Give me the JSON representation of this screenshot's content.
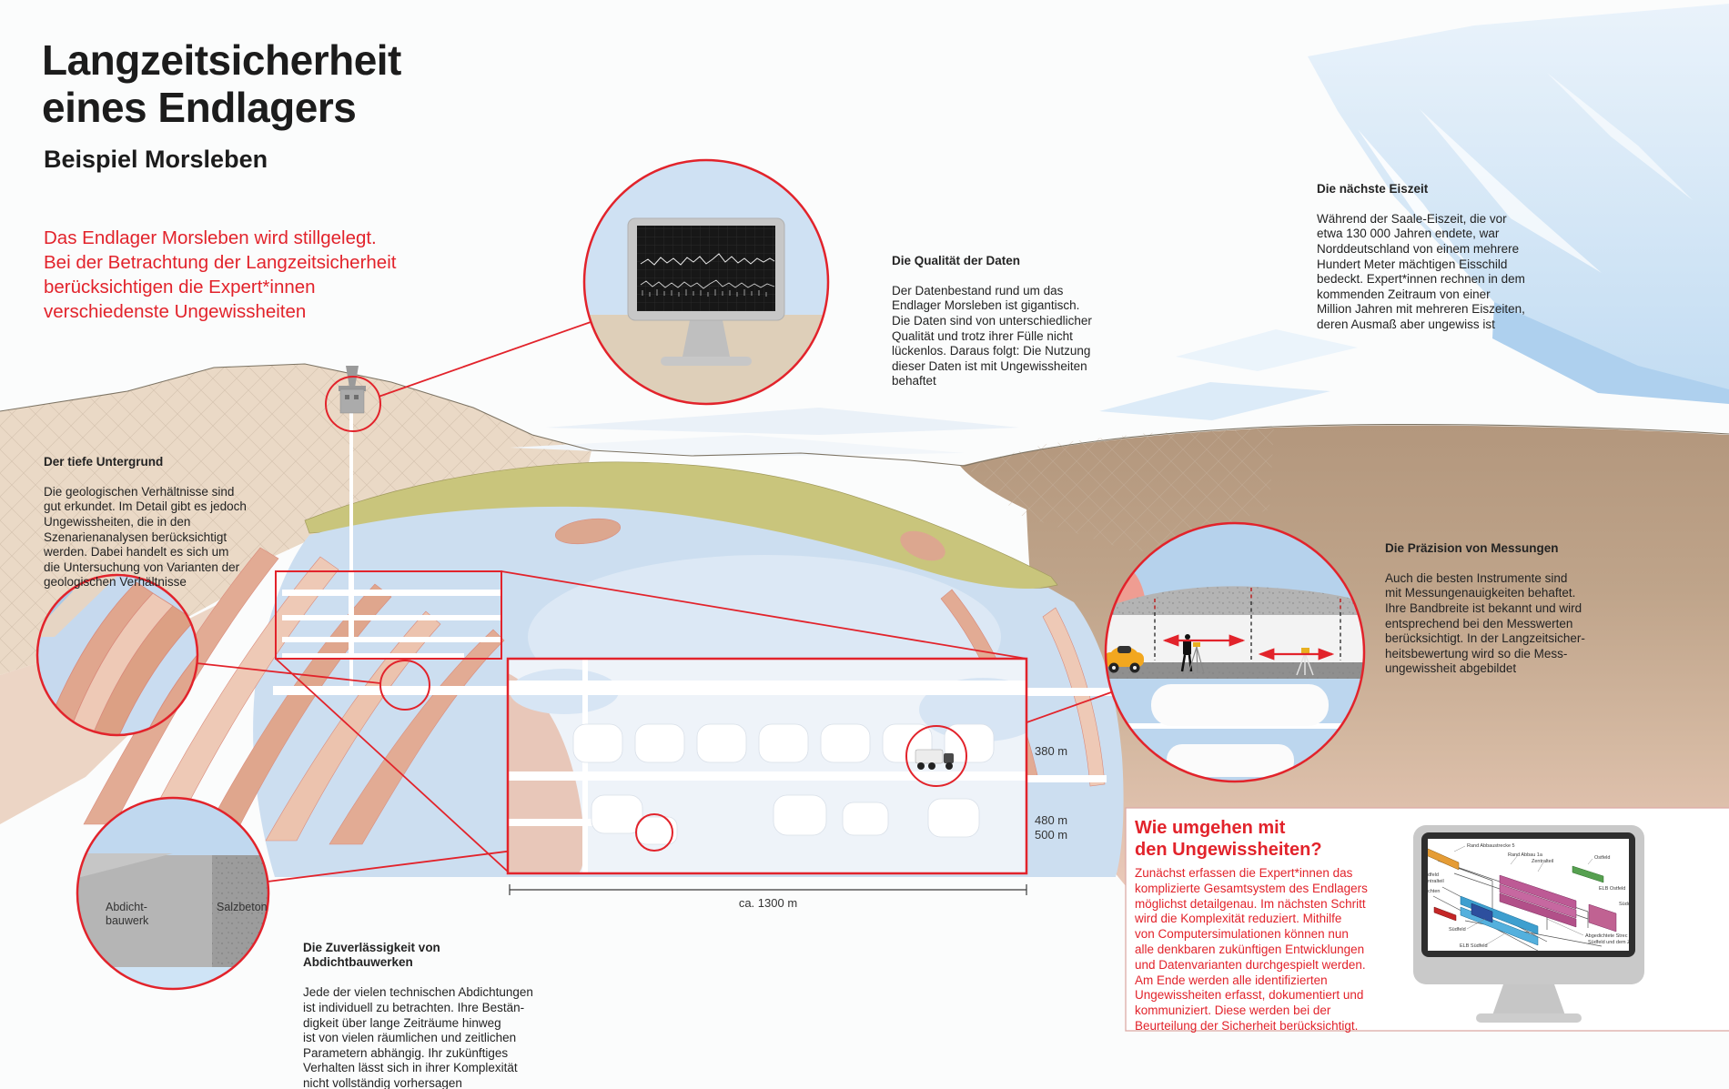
{
  "title": {
    "heading": "Langzeitsicherheit\neines Endlagers",
    "subtitle": "Beispiel Morsleben"
  },
  "intro": "Das Endlager Morsleben wird stillgelegt.\nBei der Betrachtung der Langzeitsicherheit\nberücksichtigen die Expert*innen\nverschiedenste Ungewissheiten",
  "annotations": {
    "untergrund": {
      "heading": "Der tiefe Untergrund",
      "body": "Die geologischen Verhältnisse sind\ngut erkundet. Im Detail gibt es jedoch\nUngewissheiten, die in den\nSzenarienanalysen berücksichtigt\nwerden. Dabei handelt es sich um\ndie Untersuchung von Varianten der\ngeologischen Verhältnisse"
    },
    "qualitaet": {
      "heading": "Die Qualität der Daten",
      "body": "Der Datenbestand rund um das\nEndlager Morsleben ist gigantisch.\nDie Daten sind von unterschiedlicher\nQualität und trotz ihrer Fülle nicht\nlückenlos. Daraus folgt: Die Nutzung\ndieser Daten ist mit Ungewissheiten\nbehaftet"
    },
    "eiszeit": {
      "heading": "Die nächste Eiszeit",
      "body": "Während der Saale-Eiszeit, die vor\netwa 130 000 Jahren endete, war\nNorddeutschland von einem mehrere\nHundert Meter mächtigen Eisschild\nbedeckt. Expert*innen rechnen in dem\nkommenden Zeitraum von einer\nMillion Jahren mit mehreren Eiszeiten,\nderen Ausmaß aber ungewiss ist"
    },
    "praezision": {
      "heading": "Die Präzision von Messungen",
      "body": "Auch die besten Instrumente sind\nmit Messungenauigkeiten behaftet.\nIhre Bandbreite ist bekannt und wird\nentsprechend bei den Messwerten\nberücksichtigt. In der Langzeitsicher-\nheitsbewertung wird so die Mess-\nungewissheit abgebildet"
    },
    "zuverlaessigkeit": {
      "heading": "Die Zuverlässigkeit von Abdichtbauwerken",
      "body": "Jede der vielen technischen Abdichtungen\nist individuell zu betrachten. Ihre Bestän-\ndigkeit über lange Zeiträume hinweg\nist von vielen räumlichen und zeitlichen\nParametern abhängig. Ihr zukünftiges\nVerhalten lässt sich in ihrer Komplexität\nnicht vollständig vorhersagen"
    }
  },
  "panel": {
    "heading": "Wie umgehen mit\nden Ungewissheiten?",
    "body": "Zunächst erfassen die Expert*innen das\nkomplizierte Gesamtsystem des Endlagers\nmöglichst detailgenau. Im nächsten Schritt\nwird die Komplexität reduziert. Mithilfe\nvon Computersimulationen können nun\nalle denkbaren zukünftigen Entwicklungen\nund Datenvarianten durchgespielt werden.\nAm Ende werden alle identifizierten\nUngewissheiten erfasst, dokumentiert und\nkommuniziert. Diese werden bei der\nBeurteilung der Sicherheit berücksichtigt."
  },
  "measurements": {
    "depth_380": "380 m",
    "depth_480": "480 m",
    "depth_500": "500 m",
    "scale": "ca. 1300 m"
  },
  "seal_labels": {
    "abdichtbauwerk": "Abdicht-\nbauwerk",
    "salzbeton": "Salzbeton"
  },
  "screen_labels": {
    "rand_abbaustrecke": "Rand Abbaustrecke 5",
    "rand_abbau": "Rand Abbau 1a",
    "zentralteil": "Zentralteil",
    "ostfeld": "Ostfeld",
    "elb_ostfeld": "ELB Ostfeld",
    "suedost": "Südo",
    "nordfeld_cut": "dfeld",
    "zentralteil_cut": "ntralteil",
    "schaechte_cut": "chten",
    "suedfeld": "Südfeld",
    "elb_suedfeld": "ELB Südfeld",
    "abgedichtete_1": "Abgedichtete Strec",
    "abgedichtete_2": "Südfeld und dem Ze"
  },
  "colors": {
    "accent_red": "#E2232B",
    "text_dark": "#232323",
    "ice_blue": "#C9DFF4",
    "salt_blue": "#CBDDF0",
    "terrain_beige": "#E9DCC9",
    "earth_brown": "#B69C83",
    "caprock_olive": "#C9C57C",
    "anhydrite_salmon": "#E2AB94"
  }
}
